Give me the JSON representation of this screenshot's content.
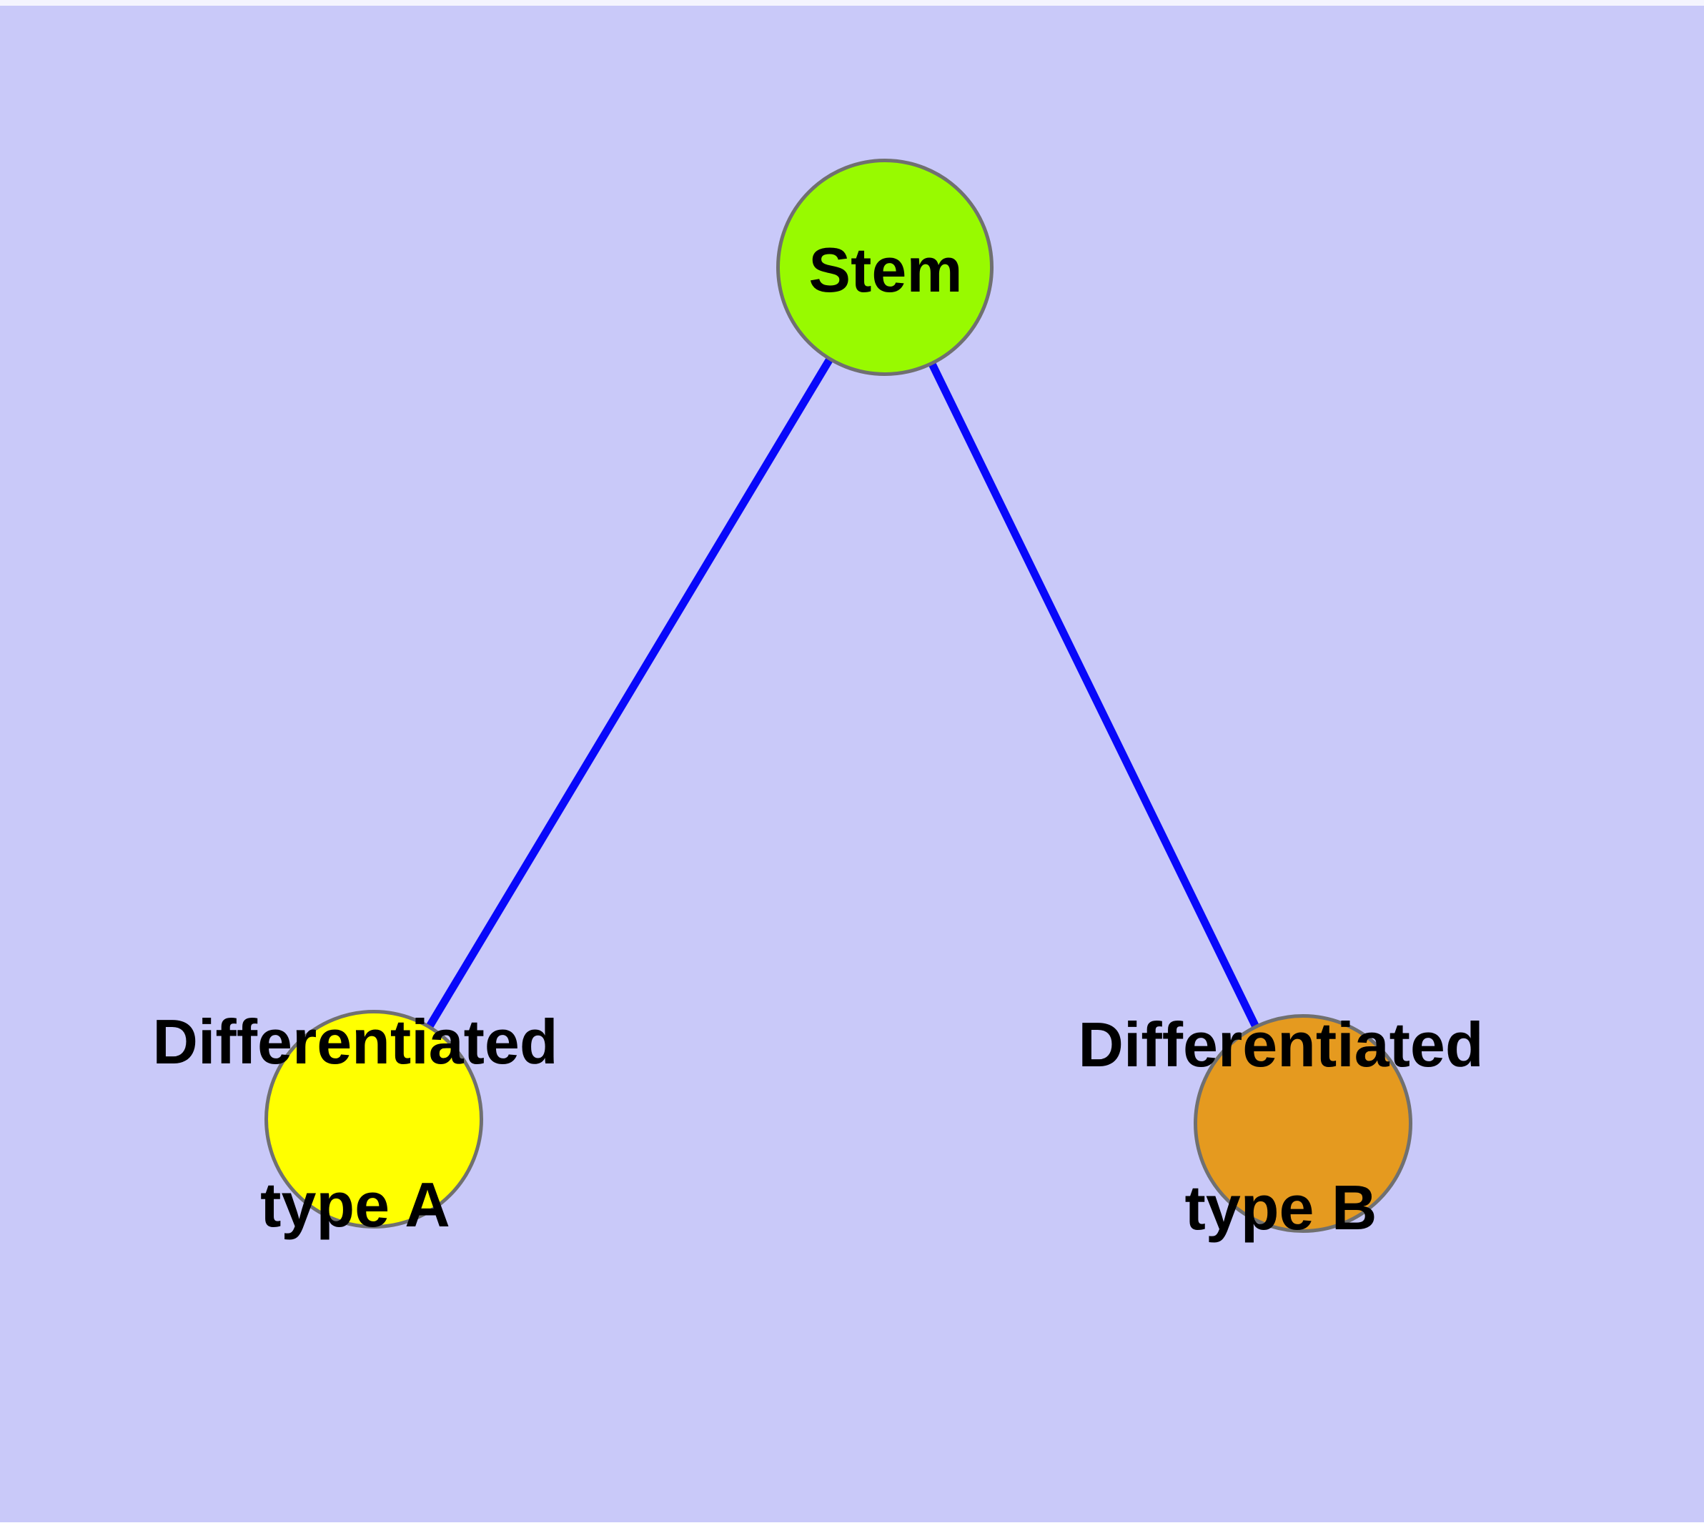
{
  "diagram": {
    "background_color": "#C9C9F9",
    "node_border_color": "#707070",
    "edge_color": "#0808FA",
    "text_color": "#000000",
    "nodes": {
      "stem": {
        "label": "Stem",
        "fill_color": "#98FA00"
      },
      "type_a": {
        "label": "Differentiated type A",
        "label_line1": "Differentiated",
        "label_line2": "type A",
        "fill_color": "#FFFF00"
      },
      "type_b": {
        "label": "Differentiated type B",
        "label_line1": "Differentiated",
        "label_line2": "type B",
        "fill_color": "#E59A1F"
      }
    },
    "edges": [
      {
        "from": "Stem",
        "to": "Differentiated type A"
      },
      {
        "from": "Stem",
        "to": "Differentiated type B"
      }
    ]
  }
}
